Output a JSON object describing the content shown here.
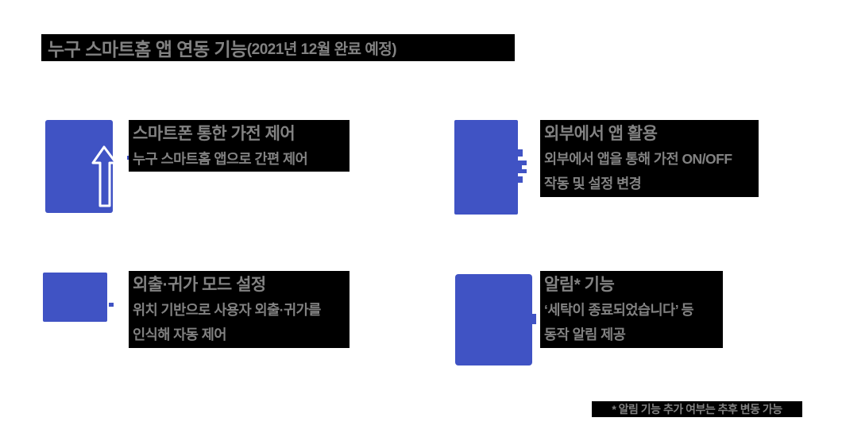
{
  "colors": {
    "accent_blue": "#4053C4",
    "highlight_bg": "#000000",
    "text_gray": "#828282",
    "page_bg": "#ffffff"
  },
  "header": {
    "title": "누구 스마트홈 앱 연동 기능",
    "title_suffix": "(2021년 12월 완료 예정)"
  },
  "features": [
    {
      "id": "smartphone-control",
      "icon": "smartphone-tap-icon",
      "title": "스마트폰 통한 가전 제어",
      "lines": [
        "누구 스마트홈 앱으로 간편 제어"
      ]
    },
    {
      "id": "external-app-use",
      "icon": "phone-settings-gear-icon",
      "title": "외부에서 앱 활용",
      "lines": [
        "외부에서 앱을 통해 가전 ON/OFF",
        "작동 및 설정 변경"
      ]
    },
    {
      "id": "away-home-mode",
      "icon": "location-mode-icon",
      "title": "외출·귀가 모드 설정",
      "lines": [
        "위치 기반으로 사용자 외출·귀가를",
        "인식해 자동 제어"
      ]
    },
    {
      "id": "notification-function",
      "icon": "notification-alert-icon",
      "title": "알림* 기능",
      "lines": [
        "‘세탁이 종료되었습니다’ 등",
        "동작 알림 제공"
      ]
    }
  ],
  "footnote": "* 알림 기능 추가 여부는 추후 변동 가능"
}
